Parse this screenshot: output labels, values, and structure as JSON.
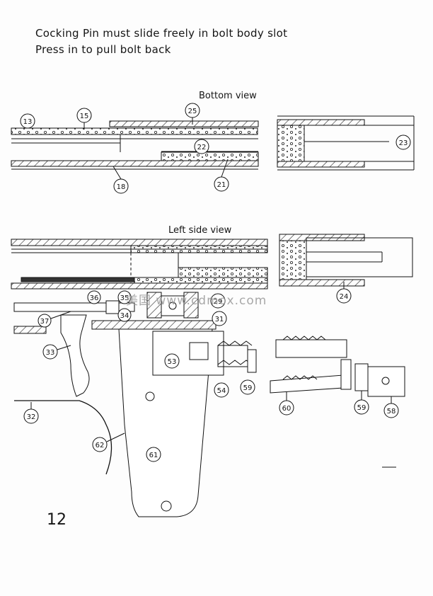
{
  "notes": {
    "line1": "Cocking Pin must slide freely in bolt body slot",
    "line2": "Press in to pull bolt back"
  },
  "views": {
    "bottom": "Bottom view",
    "left_side": "Left side view"
  },
  "page_number": "12",
  "watermark": "美国 www.cdmox.com",
  "callouts": {
    "c13": "13",
    "c15": "15",
    "c25": "25",
    "c22": "22",
    "c23": "23",
    "c18": "18",
    "c21": "21",
    "c29": "29",
    "c24": "24",
    "c36": "36",
    "c35": "35",
    "c37": "37",
    "c34": "34",
    "c31": "31",
    "c33": "33",
    "c53": "53",
    "c54": "54",
    "c59a": "59",
    "c60": "60",
    "c59b": "59",
    "c58": "58",
    "c32": "32",
    "c62": "62",
    "c61": "61"
  }
}
